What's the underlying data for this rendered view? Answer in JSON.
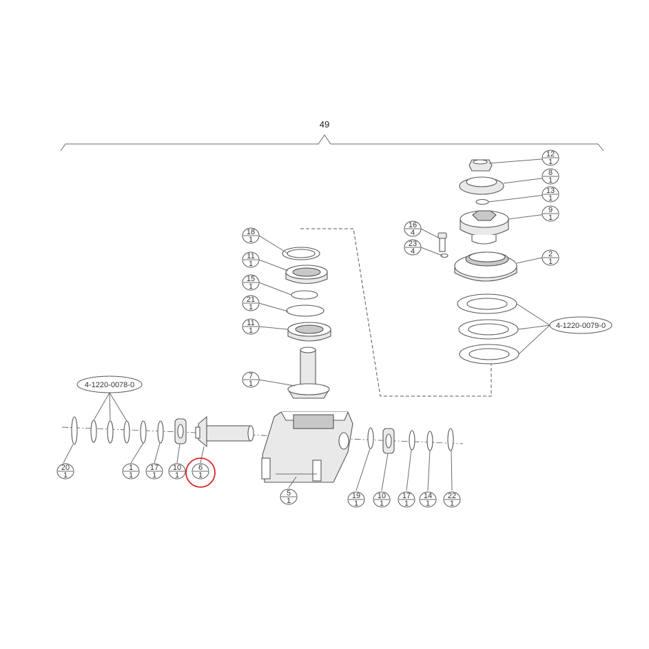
{
  "assembly": {
    "number": "49"
  },
  "part_callouts": [
    {
      "part": "12",
      "qty": "1"
    },
    {
      "part": "8",
      "qty": "1"
    },
    {
      "part": "13",
      "qty": "1"
    },
    {
      "part": "9",
      "qty": "1"
    },
    {
      "part": "16",
      "qty": "4"
    },
    {
      "part": "23",
      "qty": "4"
    },
    {
      "part": "2",
      "qty": "1"
    },
    {
      "part": "18",
      "qty": "1"
    },
    {
      "part": "11",
      "qty": "1"
    },
    {
      "part": "15",
      "qty": "1"
    },
    {
      "part": "21",
      "qty": "1"
    },
    {
      "part": "11",
      "qty": "1"
    },
    {
      "part": "7",
      "qty": "1"
    },
    {
      "part": "20",
      "qty": "1"
    },
    {
      "part": "1",
      "qty": "1"
    },
    {
      "part": "17",
      "qty": "1"
    },
    {
      "part": "10",
      "qty": "1"
    },
    {
      "part": "6",
      "qty": "1"
    },
    {
      "part": "5",
      "qty": "1"
    },
    {
      "part": "19",
      "qty": "1"
    },
    {
      "part": "10",
      "qty": "1"
    },
    {
      "part": "17",
      "qty": "1"
    },
    {
      "part": "14",
      "qty": "1"
    },
    {
      "part": "22",
      "qty": "1"
    }
  ],
  "kit_labels": [
    {
      "label": "4-1220-0078-0"
    },
    {
      "label": "4-1220-0079-0"
    }
  ],
  "highlight": {
    "part": "6",
    "color": "#d9232a"
  }
}
